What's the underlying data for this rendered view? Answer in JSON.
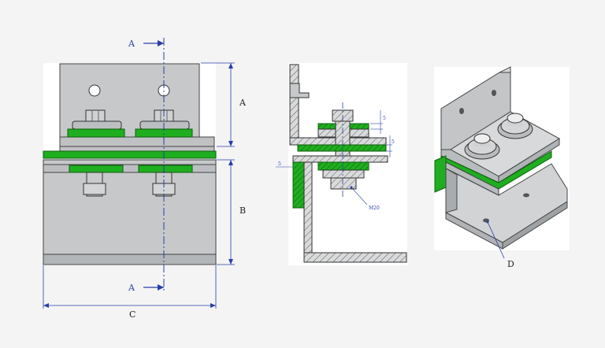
{
  "colors": {
    "background": "#f4f4f4",
    "steel": "#c9cbcd",
    "steel_dark": "#a9acaf",
    "gasket_green": "#1fae1f",
    "dimension_blue": "#2a3ea8",
    "outline": "#333333"
  },
  "labels": {
    "section_top": "A",
    "section_bottom": "A",
    "dim_a": "A",
    "dim_b": "B",
    "dim_c": "C",
    "thread": "M20",
    "dim_5_left": "5",
    "dim_5_right": "5",
    "dim_5_top": "5",
    "callout_d": "D"
  },
  "views": [
    {
      "name": "front-view"
    },
    {
      "name": "section-view"
    },
    {
      "name": "isometric-view"
    }
  ]
}
